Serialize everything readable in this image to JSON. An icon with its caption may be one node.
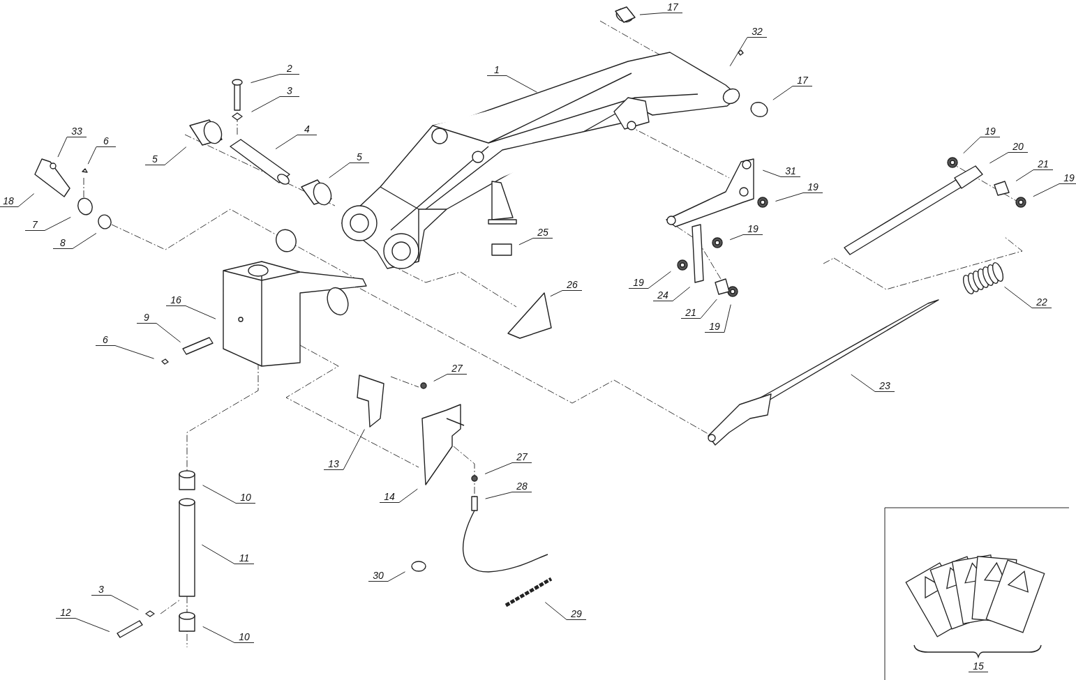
{
  "diagram": {
    "nodes": [
      {
        "text": [
          "17"
        ]
      },
      {
        "text": [
          "32"
        ]
      },
      {
        "text": [
          "17"
        ]
      },
      {
        "text": [
          "1"
        ]
      },
      {
        "text": [
          "2"
        ]
      },
      {
        "text": [
          "3"
        ]
      },
      {
        "text": [
          "4"
        ]
      },
      {
        "text": [
          "33"
        ]
      },
      {
        "text": [
          "6"
        ]
      },
      {
        "text": [
          "5"
        ]
      },
      {
        "text": [
          "5"
        ]
      },
      {
        "text": [
          "18"
        ]
      },
      {
        "text": [
          "7"
        ]
      },
      {
        "text": [
          "8"
        ]
      },
      {
        "text": [
          "31"
        ]
      },
      {
        "text": [
          "19"
        ]
      },
      {
        "text": [
          "19"
        ]
      },
      {
        "text": [
          "20"
        ]
      },
      {
        "text": [
          "21"
        ]
      },
      {
        "text": [
          "19"
        ]
      },
      {
        "text": [
          "19"
        ]
      },
      {
        "text": [
          "19"
        ]
      },
      {
        "text": [
          "24"
        ]
      },
      {
        "text": [
          "21"
        ]
      },
      {
        "text": [
          "19"
        ]
      },
      {
        "text": [
          "25"
        ]
      },
      {
        "text": [
          "26"
        ]
      },
      {
        "text": [
          "16"
        ]
      },
      {
        "text": [
          "9"
        ]
      },
      {
        "text": [
          "6"
        ]
      },
      {
        "text": [
          "22"
        ]
      },
      {
        "text": [
          "23"
        ]
      },
      {
        "text": [
          "27"
        ]
      },
      {
        "text": [
          "13"
        ]
      },
      {
        "text": [
          "27"
        ]
      },
      {
        "text": [
          "14"
        ]
      },
      {
        "text": [
          "28"
        ]
      },
      {
        "text": [
          "10"
        ]
      },
      {
        "text": [
          "11"
        ]
      },
      {
        "text": [
          "30"
        ]
      },
      {
        "text": [
          "3"
        ]
      },
      {
        "text": [
          "12"
        ]
      },
      {
        "text": [
          "29"
        ]
      },
      {
        "text": [
          "10"
        ]
      }
    ],
    "edges": [
      {
        "from": 0,
        "to": null,
        "arrow": "none"
      },
      {
        "from": 1,
        "to": null,
        "arrow": "none"
      },
      {
        "from": 2,
        "to": null,
        "arrow": "none"
      },
      {
        "from": 3,
        "to": null,
        "arrow": "none"
      },
      {
        "from": 4,
        "to": null,
        "arrow": "none"
      },
      {
        "from": 5,
        "to": null,
        "arrow": "none"
      },
      {
        "from": 6,
        "to": null,
        "arrow": "none"
      },
      {
        "from": 7,
        "to": null,
        "arrow": "none"
      },
      {
        "from": 8,
        "to": null,
        "arrow": "none"
      },
      {
        "from": 9,
        "to": null,
        "arrow": "none"
      },
      {
        "from": 10,
        "to": null,
        "arrow": "none"
      },
      {
        "from": 11,
        "to": null,
        "arrow": "none"
      },
      {
        "from": 12,
        "to": null,
        "arrow": "none"
      },
      {
        "from": 13,
        "to": null,
        "arrow": "none"
      },
      {
        "from": 14,
        "to": null,
        "arrow": "none"
      },
      {
        "from": 15,
        "to": null,
        "arrow": "none"
      },
      {
        "from": 16,
        "to": null,
        "arrow": "none"
      },
      {
        "from": 17,
        "to": null,
        "arrow": "none"
      },
      {
        "from": 18,
        "to": null,
        "arrow": "none"
      },
      {
        "from": 19,
        "to": null,
        "arrow": "none"
      },
      {
        "from": 20,
        "to": null,
        "arrow": "none"
      },
      {
        "from": 21,
        "to": null,
        "arrow": "none"
      },
      {
        "from": 22,
        "to": null,
        "arrow": "none"
      },
      {
        "from": 23,
        "to": null,
        "arrow": "none"
      },
      {
        "from": 24,
        "to": null,
        "arrow": "none"
      },
      {
        "from": 25,
        "to": null,
        "arrow": "none"
      },
      {
        "from": 26,
        "to": null,
        "arrow": "none"
      },
      {
        "from": 27,
        "to": null,
        "arrow": "none"
      },
      {
        "from": 28,
        "to": null,
        "arrow": "none"
      },
      {
        "from": 29,
        "to": null,
        "arrow": "none"
      },
      {
        "from": 30,
        "to": null,
        "arrow": "none"
      },
      {
        "from": 31,
        "to": null,
        "arrow": "none"
      },
      {
        "from": 32,
        "to": null,
        "arrow": "none"
      },
      {
        "from": 33,
        "to": null,
        "arrow": "none"
      },
      {
        "from": 34,
        "to": null,
        "arrow": "none"
      },
      {
        "from": 35,
        "to": null,
        "arrow": "none"
      },
      {
        "from": 36,
        "to": null,
        "arrow": "none"
      },
      {
        "from": 37,
        "to": null,
        "arrow": "none"
      },
      {
        "from": 38,
        "to": null,
        "arrow": "none"
      },
      {
        "from": 39,
        "to": null,
        "arrow": "none"
      },
      {
        "from": 40,
        "to": null,
        "arrow": "none"
      },
      {
        "from": 41,
        "to": null,
        "arrow": "none"
      },
      {
        "from": 42,
        "to": null,
        "arrow": "none"
      },
      {
        "from": 43,
        "to": null,
        "arrow": "none"
      }
    ],
    "labels": [
      "15"
    ]
  }
}
